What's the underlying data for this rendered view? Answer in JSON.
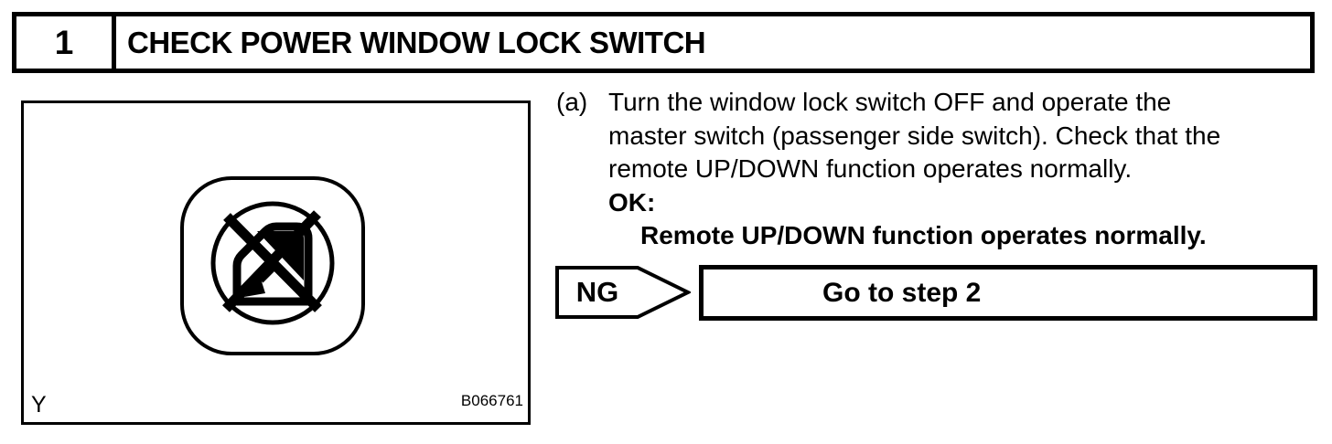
{
  "page": {
    "background_color": "#ffffff",
    "ink_color": "#000000"
  },
  "header": {
    "step_number": "1",
    "title": "CHECK POWER WINDOW LOCK SWITCH"
  },
  "figure": {
    "corner_label": "Y",
    "figure_code": "B066761",
    "icon": "window-lock-off-prohibited-icon"
  },
  "instruction": {
    "marker": "(a)",
    "lines": [
      "Turn the window lock switch OFF and operate the",
      "master switch (passenger side switch). Check that the",
      "remote UP/DOWN function operates normally."
    ],
    "ok_label": "OK:",
    "ok_criteria": "Remote UP/DOWN function operates normally."
  },
  "decision": {
    "result_label": "NG",
    "action": "Go to step 2"
  }
}
